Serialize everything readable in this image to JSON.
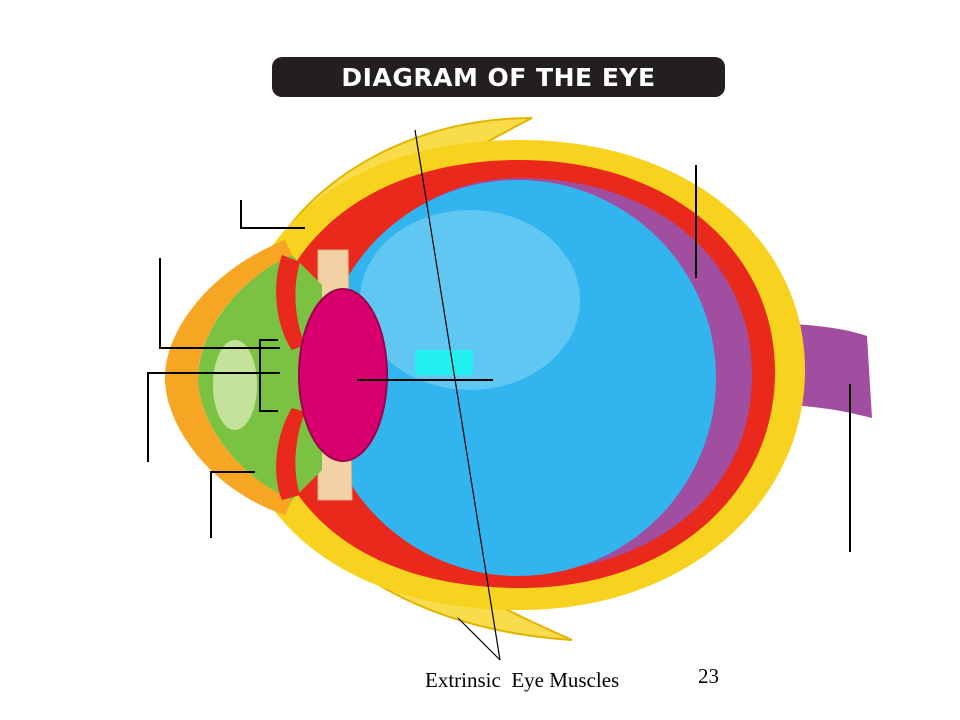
{
  "title": "DIAGRAM OF THE EYE",
  "caption": "Extrinsic  Eye Muscles",
  "page_number": "23",
  "colors": {
    "sclera": "#f7d21e",
    "choroid": "#e8291c",
    "retina": "#a24ea0",
    "vitreous": "#32b4ee",
    "lens": "#d8006e",
    "aqueous": "#7cc242",
    "cornea": "#f6a623",
    "muscle": "#f9dc4a",
    "label_box": "#22f0f0",
    "title_bg": "#231f20"
  }
}
